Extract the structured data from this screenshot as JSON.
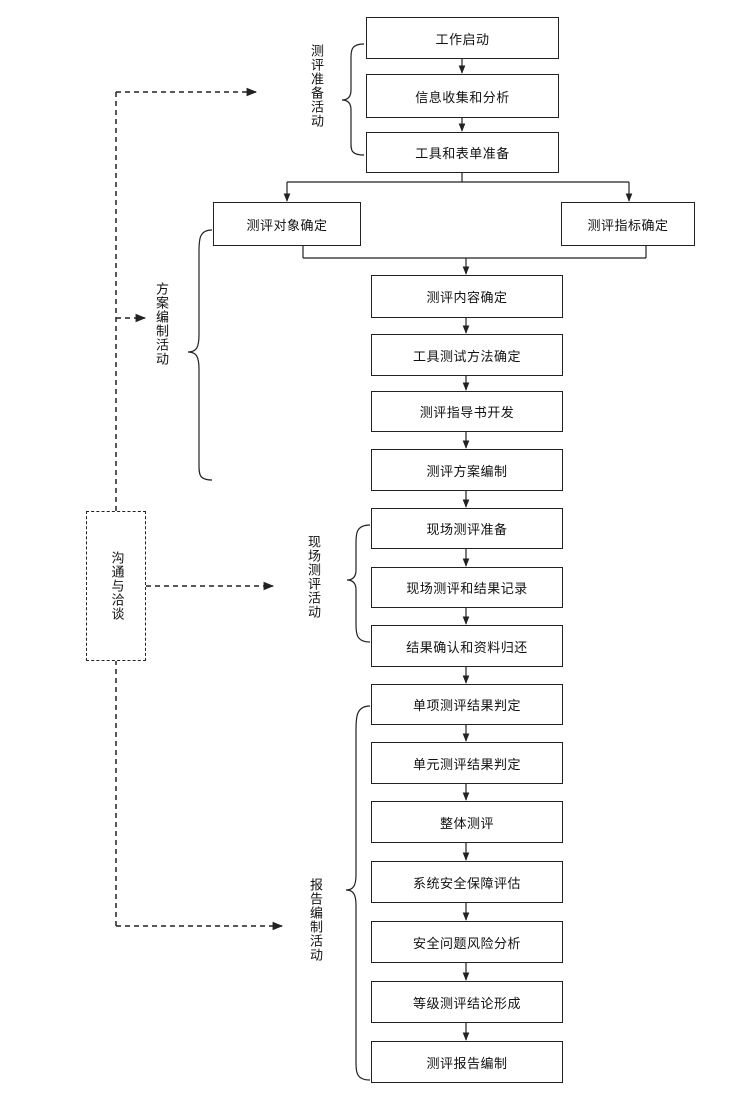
{
  "phases": [
    {
      "key": "prep",
      "label": "测评准备活动"
    },
    {
      "key": "plan",
      "label": "方案编制活动"
    },
    {
      "key": "site",
      "label": "现场测评活动"
    },
    {
      "key": "report",
      "label": "报告编制活动"
    }
  ],
  "steps": {
    "s1": "工作启动",
    "s2": "信息收集和分析",
    "s3": "工具和表单准备",
    "s4a": "测评对象确定",
    "s4b": "测评指标确定",
    "s5": "测评内容确定",
    "s6": "工具测试方法确定",
    "s7": "测评指导书开发",
    "s8": "测评方案编制",
    "s9": "现场测评准备",
    "s10": "现场测评和结果记录",
    "s11": "结果确认和资料归还",
    "s12": "单项测评结果判定",
    "s13": "单元测评结果判定",
    "s14": "整体测评",
    "s15": "系统安全保障评估",
    "s16": "安全问题风险分析",
    "s17": "等级测评结论形成",
    "s18": "测评报告编制"
  },
  "communication": {
    "label": "沟通与洽谈"
  }
}
